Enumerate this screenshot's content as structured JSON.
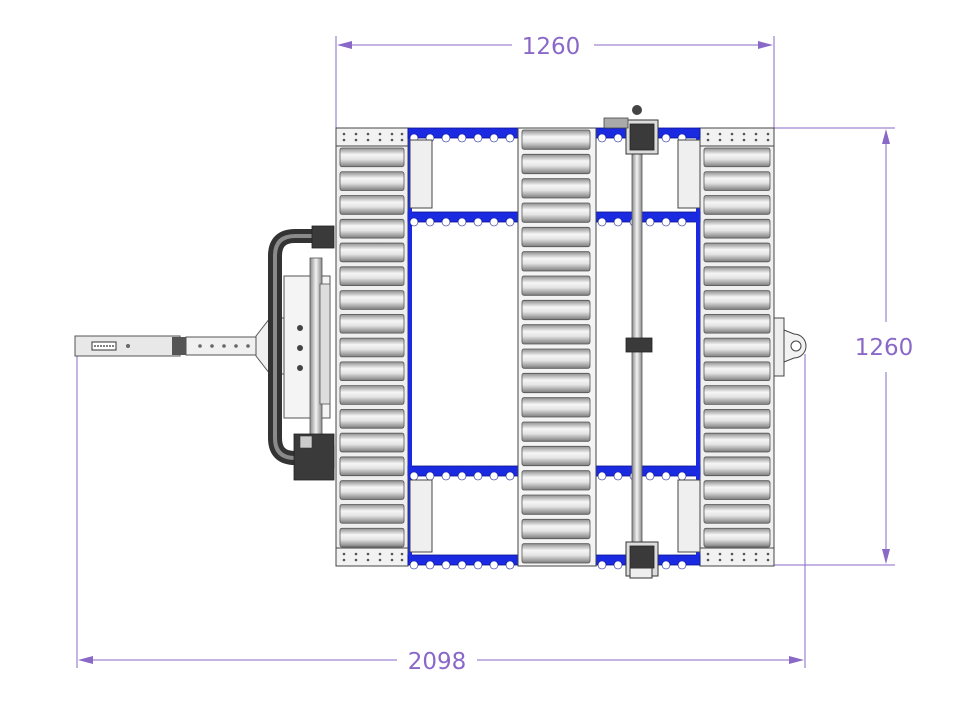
{
  "dimensions": {
    "top_width": "1260",
    "right_height": "1260",
    "bottom_total_length": "2098"
  },
  "colors": {
    "dimension": "#8a68c8",
    "blue_frame": "#1a2ae0",
    "roller_dark": "#9a9a9a",
    "roller_light": "#f4f4f4"
  }
}
